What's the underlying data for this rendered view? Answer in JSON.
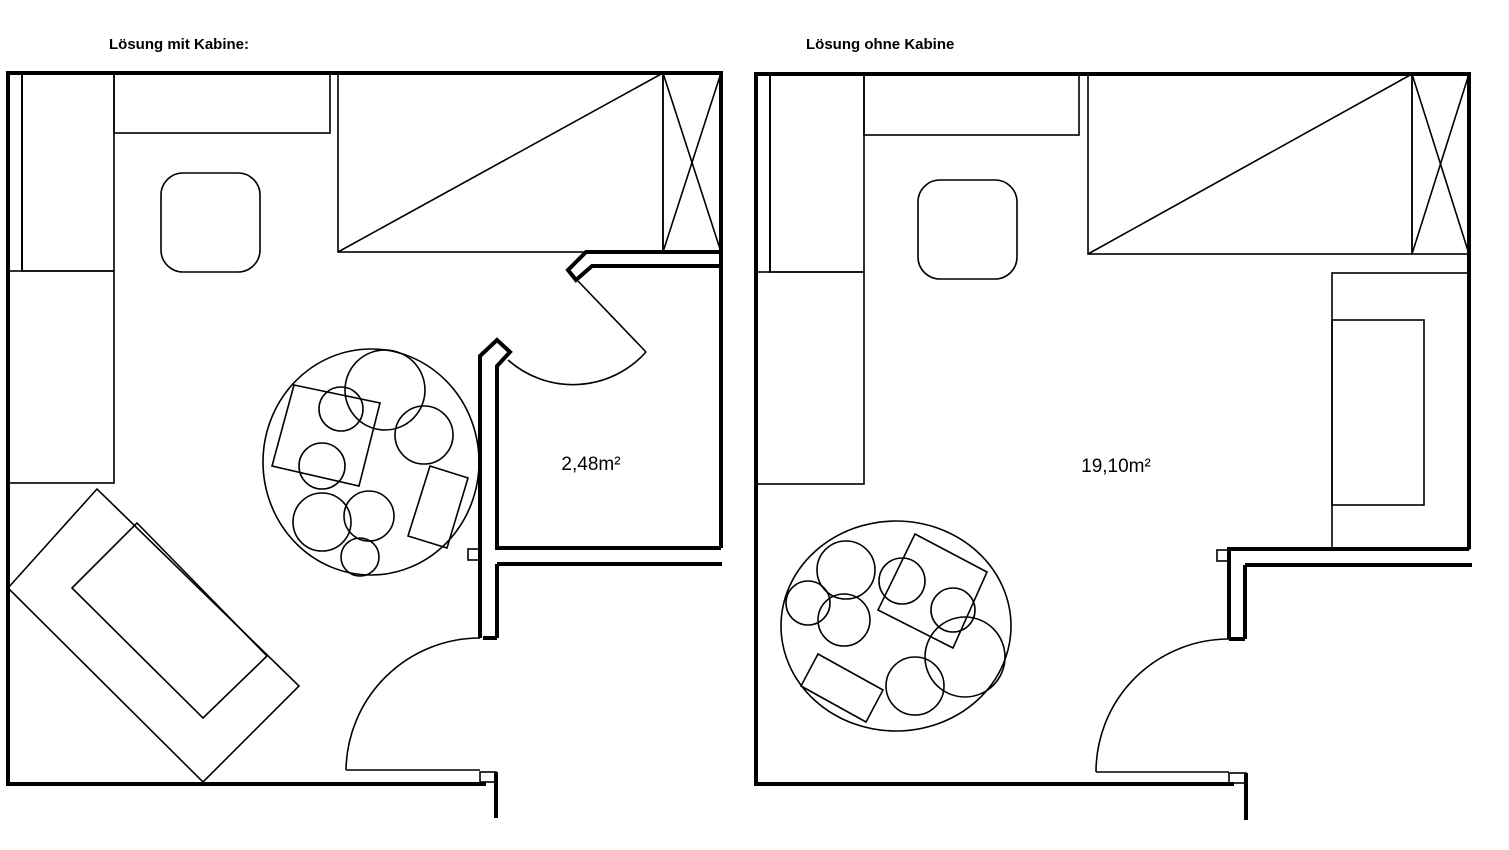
{
  "plans": [
    {
      "title": "Lösung mit Kabine:",
      "area_label": "2,48m²"
    },
    {
      "title": "Lösung ohne Kabine",
      "area_label": "19,10m²"
    }
  ],
  "colors": {
    "line": "#000000",
    "background": "#ffffff"
  }
}
